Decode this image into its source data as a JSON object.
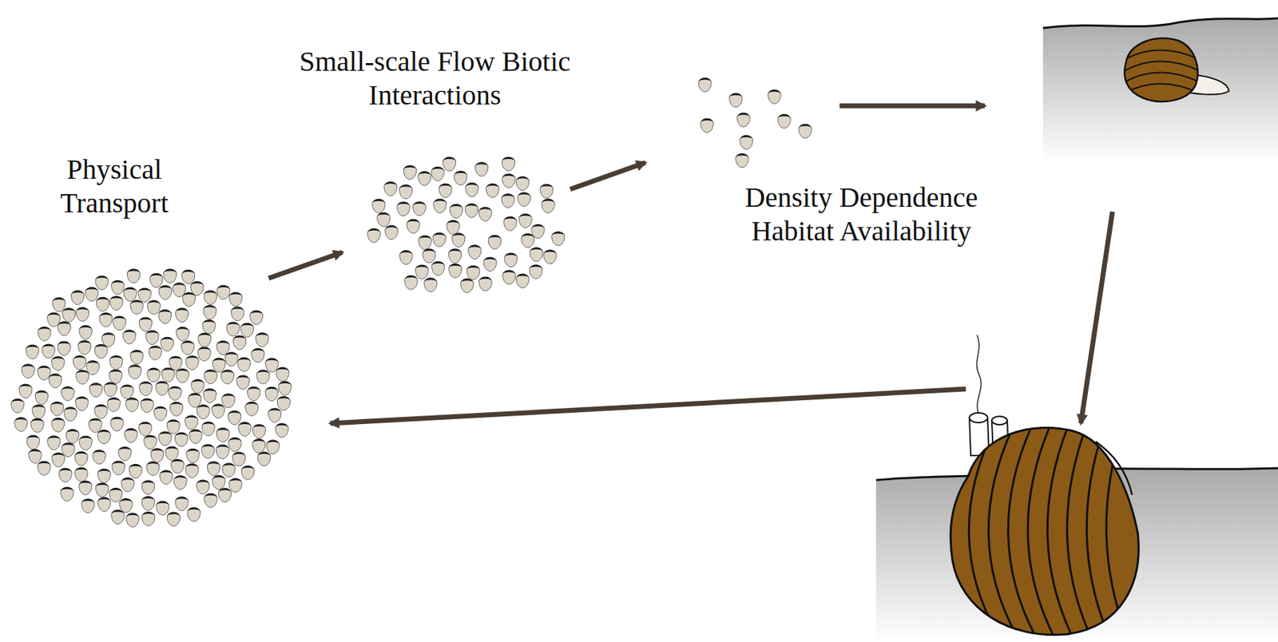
{
  "diagram": {
    "labels": [
      "Physical Transport",
      "Small-scale Flow Biotic Interactions",
      "Density Dependence Habitat Availability"
    ]
  }
}
